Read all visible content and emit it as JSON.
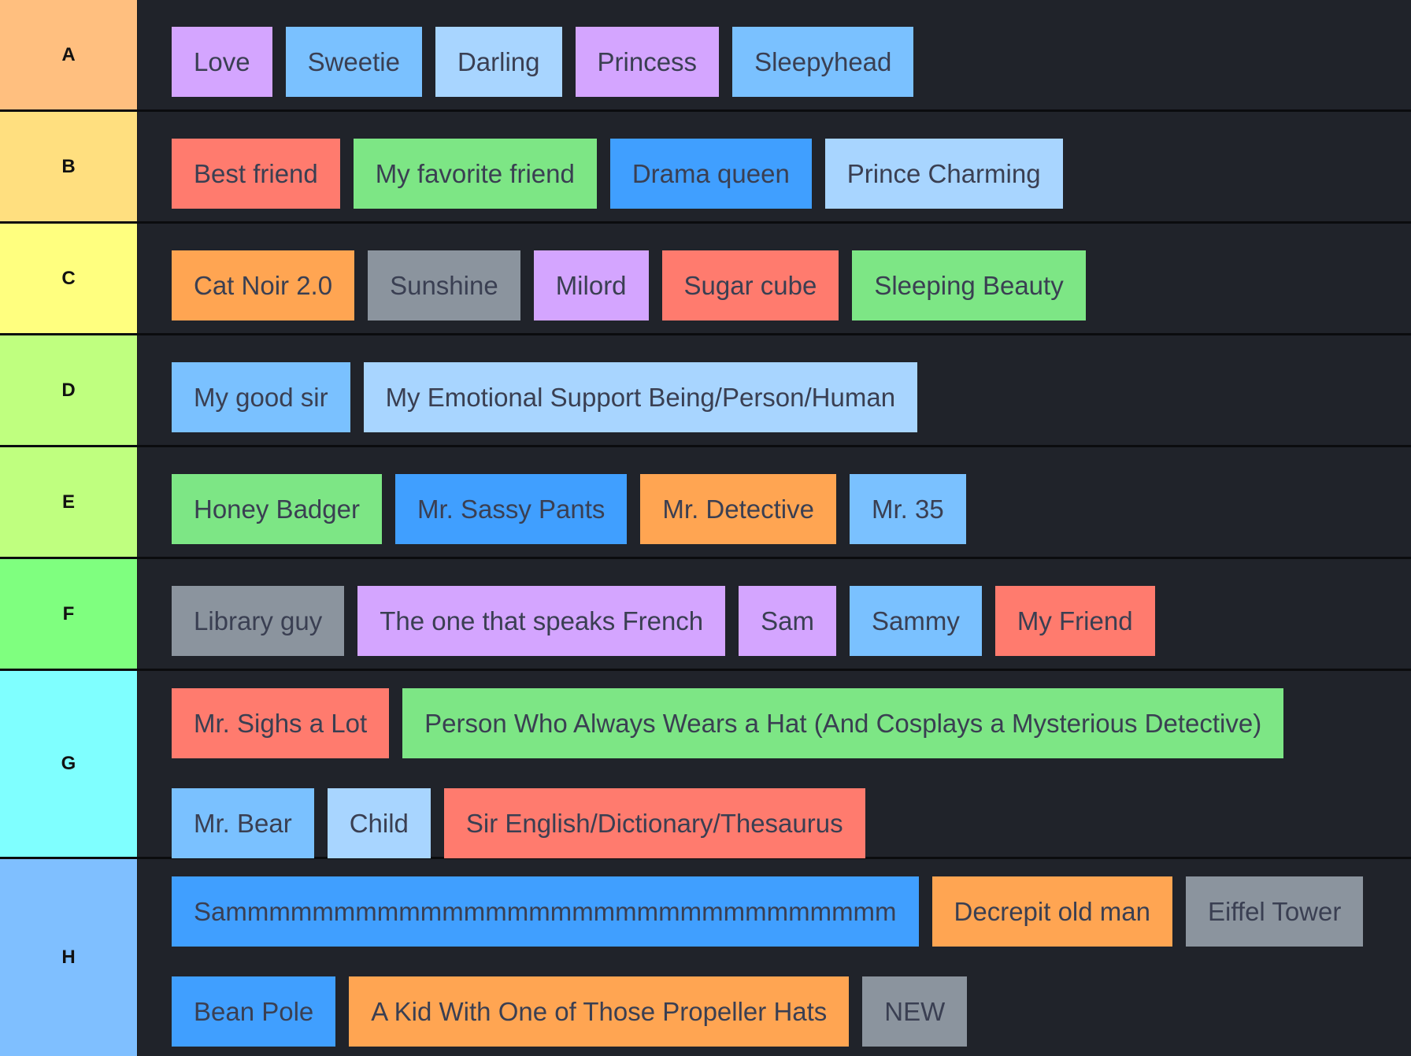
{
  "tiers": [
    {
      "label": "A",
      "color": "#ffbf7f",
      "items": [
        {
          "text": "Love",
          "color": "purple"
        },
        {
          "text": "Sweetie",
          "color": "sky"
        },
        {
          "text": "Darling",
          "color": "pale"
        },
        {
          "text": "Princess",
          "color": "purple"
        },
        {
          "text": "Sleepyhead",
          "color": "sky"
        }
      ]
    },
    {
      "label": "B",
      "color": "#ffdf7f",
      "items": [
        {
          "text": "Best friend",
          "color": "red"
        },
        {
          "text": "My favorite friend",
          "color": "green"
        },
        {
          "text": "Drama queen",
          "color": "blue"
        },
        {
          "text": "Prince Charming",
          "color": "pale"
        }
      ]
    },
    {
      "label": "C",
      "color": "#ffff7f",
      "items": [
        {
          "text": "Cat Noir 2.0",
          "color": "orange"
        },
        {
          "text": "Sunshine",
          "color": "gray"
        },
        {
          "text": "Milord",
          "color": "purple"
        },
        {
          "text": "Sugar cube",
          "color": "red"
        },
        {
          "text": "Sleeping Beauty",
          "color": "green"
        }
      ]
    },
    {
      "label": "D",
      "color": "#bfff7f",
      "items": [
        {
          "text": "My good sir",
          "color": "sky"
        },
        {
          "text": "My Emotional Support Being/Person/Human",
          "color": "pale"
        }
      ]
    },
    {
      "label": "E",
      "color": "#bfff7f",
      "items": [
        {
          "text": "Honey Badger",
          "color": "green"
        },
        {
          "text": "Mr. Sassy Pants",
          "color": "blue"
        },
        {
          "text": "Mr. Detective",
          "color": "orange"
        },
        {
          "text": "Mr. 35",
          "color": "sky"
        }
      ]
    },
    {
      "label": "F",
      "color": "#7fff7f",
      "items": [
        {
          "text": "Library guy",
          "color": "gray"
        },
        {
          "text": "The one that speaks French",
          "color": "purple"
        },
        {
          "text": "Sam",
          "color": "purple"
        },
        {
          "text": "Sammy",
          "color": "sky"
        },
        {
          "text": "My Friend",
          "color": "red"
        }
      ]
    },
    {
      "label": "G",
      "color": "#7fffff",
      "items": [
        {
          "text": "Mr. Sighs a Lot",
          "color": "red"
        },
        {
          "text": "Person Who Always Wears a Hat (And Cosplays a Mysterious Detective)",
          "color": "green"
        },
        {
          "text": "Mr. Bear",
          "color": "sky"
        },
        {
          "text": "Child",
          "color": "pale"
        },
        {
          "text": "Sir English/Dictionary/Thesaurus",
          "color": "red"
        }
      ]
    },
    {
      "label": "H",
      "color": "#7fbfff",
      "items": [
        {
          "text": "Sammmmmmmmmmmmmmmmmmmmmmmmmmmmmmm",
          "color": "blue"
        },
        {
          "text": "Decrepit old man",
          "color": "orange"
        },
        {
          "text": "Eiffel Tower",
          "color": "gray"
        },
        {
          "text": "Bean Pole",
          "color": "blue"
        },
        {
          "text": "A Kid With One of Those Propeller Hats",
          "color": "orange"
        },
        {
          "text": "NEW",
          "color": "gray"
        }
      ]
    }
  ],
  "palette": {
    "background": "#20232a",
    "item_text": "#3a3f52",
    "purple": "#d4a5ff",
    "sky": "#7ac1ff",
    "pale": "#a8d5ff",
    "red": "#ff7b6e",
    "green": "#7de685",
    "blue": "#409fff",
    "orange": "#ffa552",
    "gray": "#8b949e"
  }
}
